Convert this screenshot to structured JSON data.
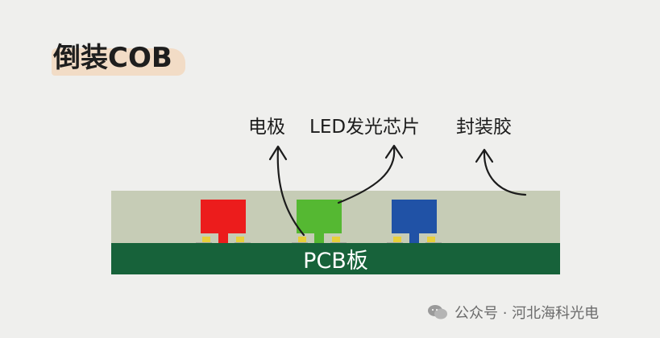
{
  "title": "倒装COB",
  "labels": {
    "electrode": "电极",
    "led_chip": "LED发光芯片",
    "encapsulant": "封装胶"
  },
  "pcb_label": "PCB板",
  "chips": [
    {
      "color_name": "red",
      "color": "#ec1c1c"
    },
    {
      "color_name": "green",
      "color": "#55b832"
    },
    {
      "color_name": "blue",
      "color": "#2052a6"
    }
  ],
  "colors": {
    "background": "#efefed",
    "encapsulant": "#c6ccb6",
    "pcb": "#17623a",
    "pad": "#e7cf3a",
    "title_highlight": "#f2dcc6"
  },
  "footer": {
    "icon": "wechat-icon",
    "text": "公众号 · 河北海科光电"
  }
}
